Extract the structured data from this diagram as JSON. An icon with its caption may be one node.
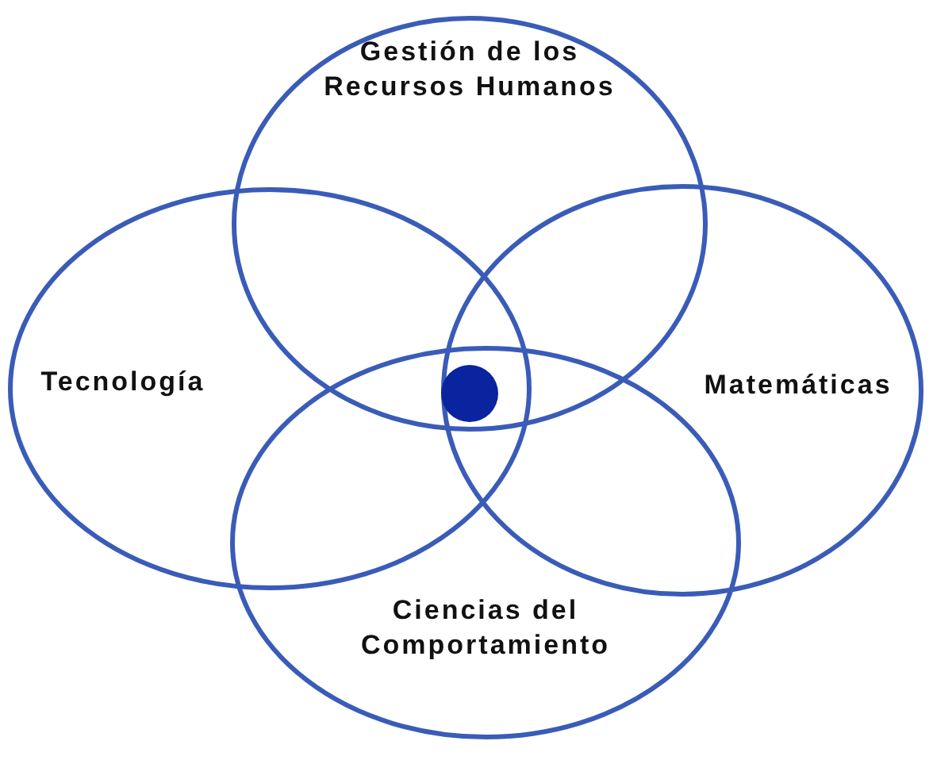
{
  "diagram": {
    "nodes": [
      {
        "text": [
          "Gestión de los Recursos Humanos"
        ]
      },
      {
        "text": [
          "Tecnología"
        ]
      },
      {
        "text": [
          "Matemáticas"
        ]
      },
      {
        "text": [
          "Ciencias del Comportamiento"
        ]
      },
      {
        "text": [],
        "shape": "circle"
      }
    ]
  }
}
